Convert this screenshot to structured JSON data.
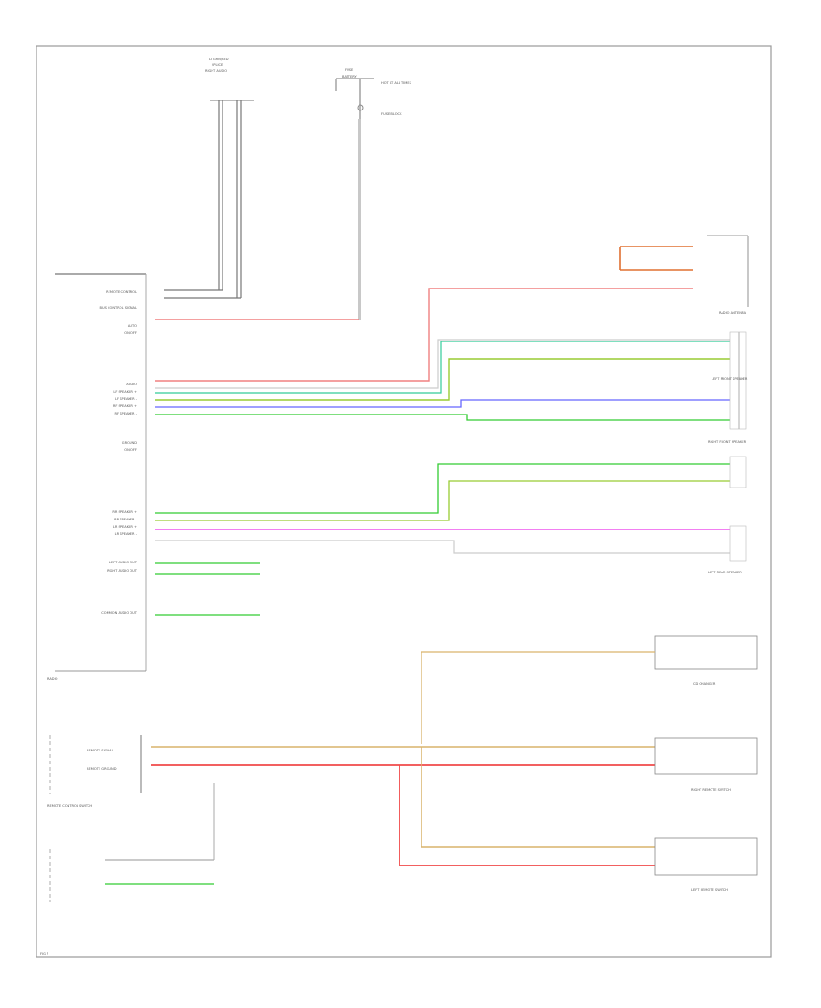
{
  "diagram": {
    "footer_code": "FIG 7",
    "radio": {
      "label": "RADIO",
      "left_labels": [
        "REMOTE CONTROL",
        "BUS CONTROL SIGNAL",
        "AUTO",
        "ON/OFF",
        "AUDIO",
        "LF SPEAKER +",
        "LF SPEAKER -",
        "RF SPEAKER +",
        "RF SPEAKER -",
        "GROUND",
        "ON/OFF",
        "RR SPEAKER +",
        "RR SPEAKER -",
        "LR SPEAKER +",
        "LR SPEAKER -",
        "LEFT AUDIO OUT",
        "RIGHT AUDIO OUT",
        "COMMON AUDIO OUT"
      ]
    },
    "top_connectors": {
      "left": [
        "LT GRN/RED",
        "SPLICE",
        "RIGHT AUDIO"
      ],
      "right": [
        "FUSE",
        "BATTERY",
        "HOT AT ALL TIMES",
        "FUSE BLOCK"
      ]
    },
    "components": {
      "radio_antenna": "RADIO ANTENNA",
      "left_front_speaker": "LEFT FRONT SPEAKER",
      "right_front_speaker": "RIGHT FRONT SPEAKER",
      "left_rear_speaker": "LEFT REAR SPEAKER",
      "amplifier": "CD CHANGER",
      "steering_control": "REMOTE CONTROL SWITCH",
      "right_remote": "RIGHT REMOTE SWITCH",
      "left_remote": "LEFT REMOTE SWITCH"
    },
    "remote_labels": [
      "REMOTE SIGNAL",
      "REMOTE GROUND"
    ],
    "colors": {
      "red": "#f08080",
      "green": "#33cc33",
      "orange": "#e07030",
      "blue": "#6666ff",
      "magenta": "#ee55ee",
      "tan": "#d9b36c",
      "pink": "#f4a0a0",
      "grey": "#888888"
    }
  }
}
